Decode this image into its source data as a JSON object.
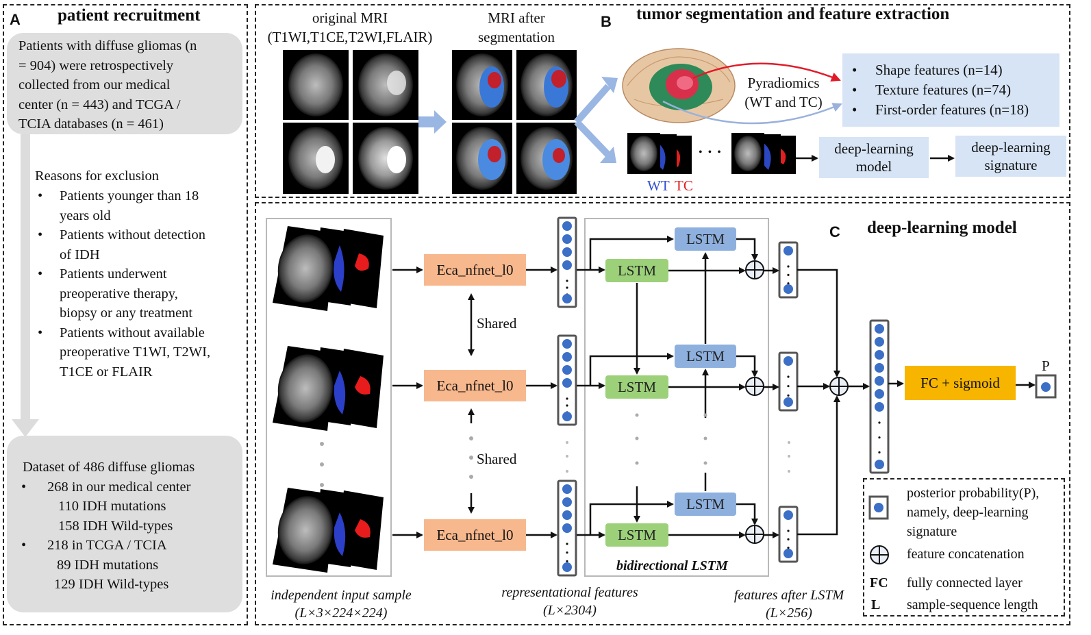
{
  "panel_a": {
    "letter": "A",
    "title": "patient recruitment",
    "intro": [
      "Patients with diffuse gliomas (n",
      "= 904) were retrospectively",
      "collected from our medical",
      "center (n = 443) and TCGA /",
      "TCIA databases (n = 461)"
    ],
    "exclusion_title": "Reasons for exclusion",
    "exclusions": [
      [
        "Patients younger than 18",
        "years old"
      ],
      [
        "Patients without detection",
        "of IDH"
      ],
      [
        "Patients underwent",
        "preoperative therapy,",
        "biopsy or any treatment"
      ],
      [
        "Patients without  available",
        "preoperative T1WI, T2WI,",
        "T1CE or FLAIR"
      ]
    ],
    "dataset_title": "Dataset of  486 diffuse gliomas",
    "center_line": "268 in our medical center",
    "center_mut": "110 IDH mutations",
    "center_wild": "158 IDH Wild-types",
    "tcga_line": "218 in TCGA / TCIA",
    "tcga_mut": "89   IDH mutations",
    "tcga_wild": "129  IDH Wild-types"
  },
  "panel_b": {
    "letter": "B",
    "title": "tumor segmentation and feature extraction",
    "orig_label_1": "original MRI",
    "orig_label_2": "(T1WI,T1CE,T2WI,FLAIR)",
    "seg_label_1": "MRI after",
    "seg_label_2": "segmentation",
    "pyradiomics_1": "Pyradiomics",
    "pyradiomics_2": "(WT and TC)",
    "features": [
      "Shape features (n=14)",
      "Texture features (n=74)",
      "First-order features (n=18)"
    ],
    "dl_model_1": "deep-learning",
    "dl_model_2": "model",
    "dl_sig_1": "deep-learning",
    "dl_sig_2": "signature",
    "wt": "WT",
    "tc": "TC",
    "ellipsis": "• • •"
  },
  "panel_c": {
    "letter": "C",
    "title": "deep-learning model",
    "eca": "Eca_nfnet_l0",
    "shared": "Shared",
    "lstm": "LSTM",
    "bilstm": "bidirectional LSTM",
    "fc": "FC + sigmoid",
    "p": "P",
    "cap_input_1": "independent input sample",
    "cap_input_2": "(L×3×224×224)",
    "cap_repr_1": "representational features",
    "cap_repr_2": "(L×2304)",
    "cap_after_1": "features after LSTM",
    "cap_after_2": "(L×256)",
    "legend_post_1": "posterior probability(P),",
    "legend_post_2": "namely, deep-learning",
    "legend_post_3": "signature",
    "legend_concat": "feature concatenation",
    "legend_fc_key": "FC",
    "legend_fc": "fully connected layer",
    "legend_l_key": "L",
    "legend_l": "sample-sequence length"
  },
  "colors": {
    "eca": "#f8b88d",
    "lstm_forward": "#9cd17a",
    "lstm_backward": "#8eb0de",
    "fc": "#f7b500",
    "feature_box": "#d6e4f5",
    "node": "#3c6fc6",
    "tc_red": "#e02020",
    "wt_blue": "#3050d0"
  }
}
